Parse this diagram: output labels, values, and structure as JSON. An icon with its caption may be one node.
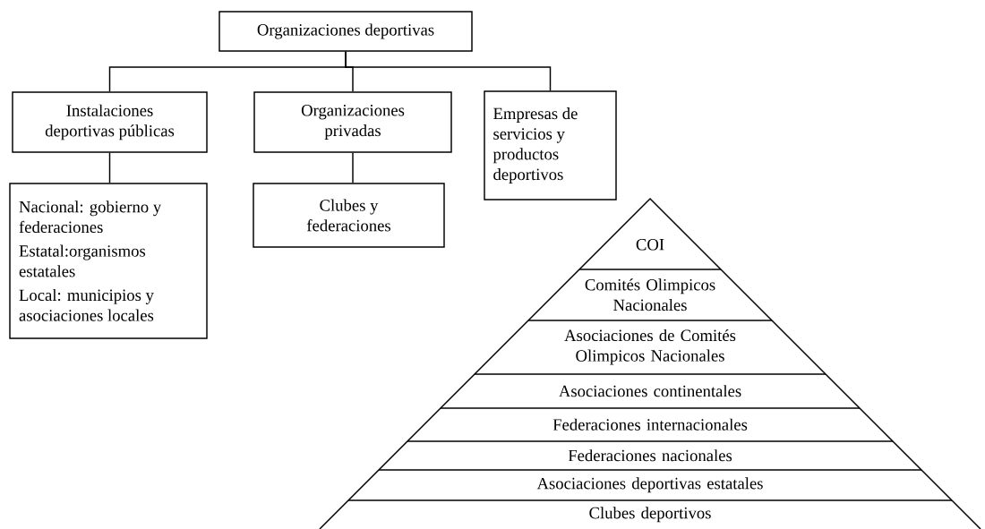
{
  "diagram": {
    "nodes": [
      {
        "text": [
          "Organizaciones deportivas"
        ]
      },
      {
        "text": [
          "Instalaciones deportivas públicas"
        ]
      },
      {
        "text": [
          "Organizaciones privadas"
        ]
      },
      {
        "text": [
          "Empresas de servicios y productos deportivos"
        ]
      },
      {
        "text": [
          "Nacional: gobierno y federaciones",
          "Estatal:organismos estatales",
          "Local: municipios y asociaciones locales"
        ]
      },
      {
        "text": [
          "Clubes y federaciones"
        ]
      },
      {
        "text": [],
        "shape": "triangle"
      },
      {
        "text": [
          "COI"
        ],
        "in": 6
      },
      {
        "text": [
          "Comités Olimpicos Nacionales"
        ],
        "in": 6
      },
      {
        "text": [
          "Asociaciones de Comités Olimpicos Nacionales"
        ],
        "in": 6
      },
      {
        "text": [
          "Asociaciones continentales"
        ],
        "in": 6
      },
      {
        "text": [
          "Federaciones internacionales"
        ],
        "in": 6
      },
      {
        "text": [
          "Federaciones nacionales"
        ],
        "in": 6
      },
      {
        "text": [
          "Asociaciones deportivas estatales"
        ],
        "in": 6
      },
      {
        "text": [
          "Clubes deportivos"
        ],
        "in": 6
      }
    ],
    "edges": [
      {
        "from": 0,
        "to": 1,
        "arrow": "none"
      },
      {
        "from": 0,
        "to": 2,
        "arrow": "none"
      },
      {
        "from": 0,
        "to": 3,
        "arrow": "none"
      },
      {
        "from": 1,
        "to": 4,
        "arrow": "none"
      },
      {
        "from": 2,
        "to": 5,
        "arrow": "none"
      }
    ]
  }
}
